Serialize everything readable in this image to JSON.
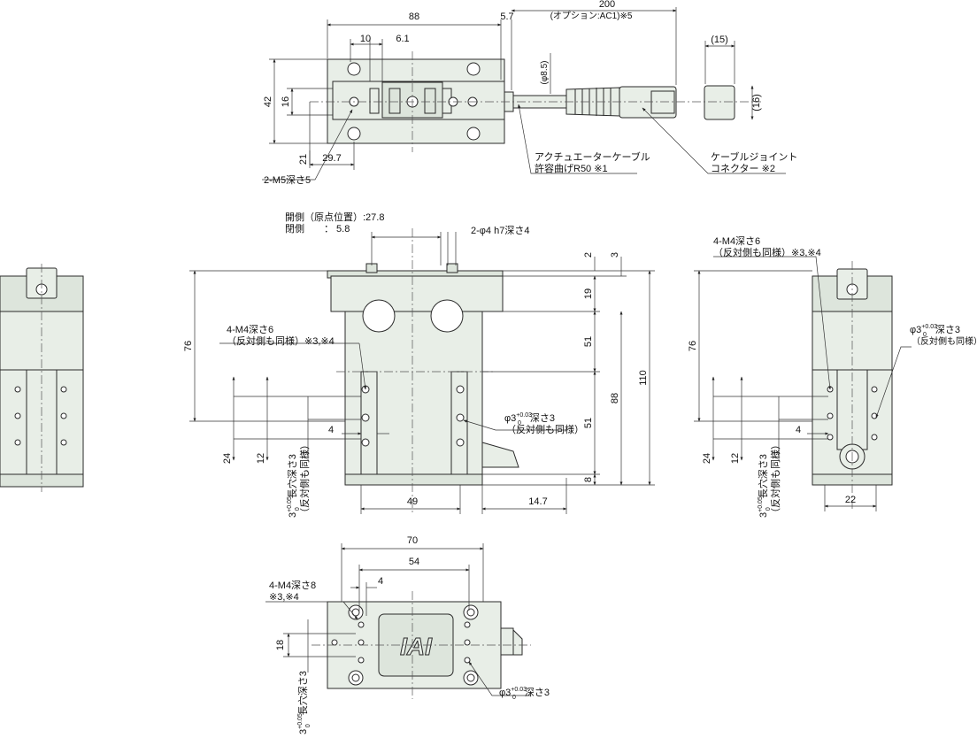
{
  "top_view": {
    "dims": {
      "d88": "88",
      "d57": "5.7",
      "d200": "200",
      "d200_note": "(オプション:AC1)※5",
      "d10": "10",
      "d61": "6.1",
      "d85": "(φ8.5)",
      "d15": "(15)",
      "d42": "42",
      "d16": "16",
      "d16b": "(16)",
      "d21": "21",
      "d297": "29.7"
    },
    "labels": {
      "m5": "2-M5深さ5",
      "cable_1": "アクチュエーターケーブル",
      "cable_2": "許容曲げR50 ※1",
      "joint_1": "ケーブルジョイント",
      "joint_2": "コネクター ※2"
    }
  },
  "front_view": {
    "notes": {
      "open_label": "開側（原点位置）:27.8",
      "close_label": "閉側　　：  5.8",
      "pin": "2-φ4 h7深さ4",
      "m4_1": "4-M4深さ6",
      "m4_2": "（反対側も同様）※3,※4",
      "phi_1": "φ3",
      "phi_tol": "+0.03",
      "phi_tol0": "0",
      "phi_depth": "深さ3",
      "phi_2": "（反対側も同様）",
      "slot_1": "3",
      "slot_tol": "+0.05",
      "slot_tol0": "0",
      "slot_2": "長穴深さ3",
      "slot_3": "（反対側も同様）"
    },
    "dims": {
      "d76": "76",
      "d2": "2",
      "d3": "3",
      "d19": "19",
      "d51": "51",
      "d51b": "51",
      "d110": "110",
      "d88": "88",
      "d8": "8",
      "d4": "4",
      "d24": "24",
      "d12": "12",
      "d49": "49",
      "d147": "14.7"
    }
  },
  "side_view": {
    "notes": {
      "m4_1": "4-M4深さ6",
      "m4_2": "（反対側も同様）※3,※4",
      "phi_1": "φ3",
      "phi_tol": "+0.03",
      "phi_tol0": "0",
      "phi_depth": "深さ3",
      "phi_2": "（反対側も同様）",
      "slot_1": "3",
      "slot_tol": "+0.05",
      "slot_tol0": "0",
      "slot_2": "長穴深さ3",
      "slot_3": "（反対側も同様）"
    },
    "dims": {
      "d76": "76",
      "d4": "4",
      "d24": "24",
      "d12": "12",
      "d22": "22"
    }
  },
  "bottom_view": {
    "dims": {
      "d70": "70",
      "d54": "54",
      "d4": "4",
      "d18": "18"
    },
    "notes": {
      "m4_1": "4-M4深さ8",
      "m4_2": "※3,※4",
      "phi_1": "φ3",
      "phi_tol": "+0.03",
      "phi_tol0": "0",
      "phi_depth": "深さ3",
      "slot_1": "3",
      "slot_tol": "+0.05",
      "slot_tol0": "0",
      "slot_2": "長穴深さ3"
    },
    "logo": "IAI"
  },
  "colors": {
    "part_fill": "#e8eee7",
    "line": "#2a2a2a"
  }
}
